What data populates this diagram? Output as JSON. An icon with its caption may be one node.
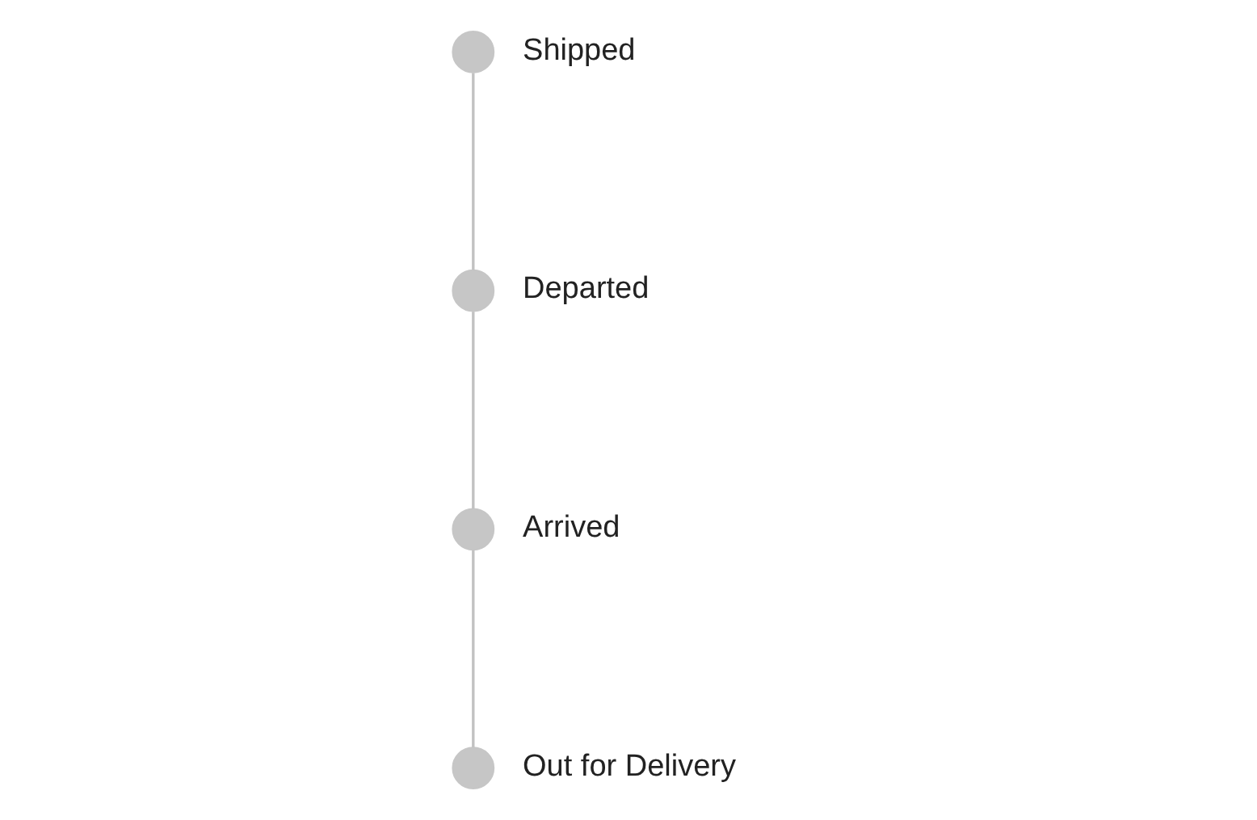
{
  "diagram": {
    "nodes": [
      {
        "text": [],
        "shape": "circle",
        "beside": [
          "Shipped"
        ]
      },
      {
        "text": [],
        "shape": "circle",
        "beside": [
          "Departed"
        ]
      },
      {
        "text": [],
        "shape": "circle",
        "beside": [
          "Arrived"
        ]
      },
      {
        "text": [],
        "shape": "circle",
        "beside": [
          "Out for Delivery"
        ]
      }
    ],
    "edges": [
      {
        "from": 0,
        "to": 1,
        "arrow": "none"
      },
      {
        "from": 1,
        "to": 2,
        "arrow": "none"
      },
      {
        "from": 2,
        "to": 3,
        "arrow": "none"
      }
    ]
  }
}
